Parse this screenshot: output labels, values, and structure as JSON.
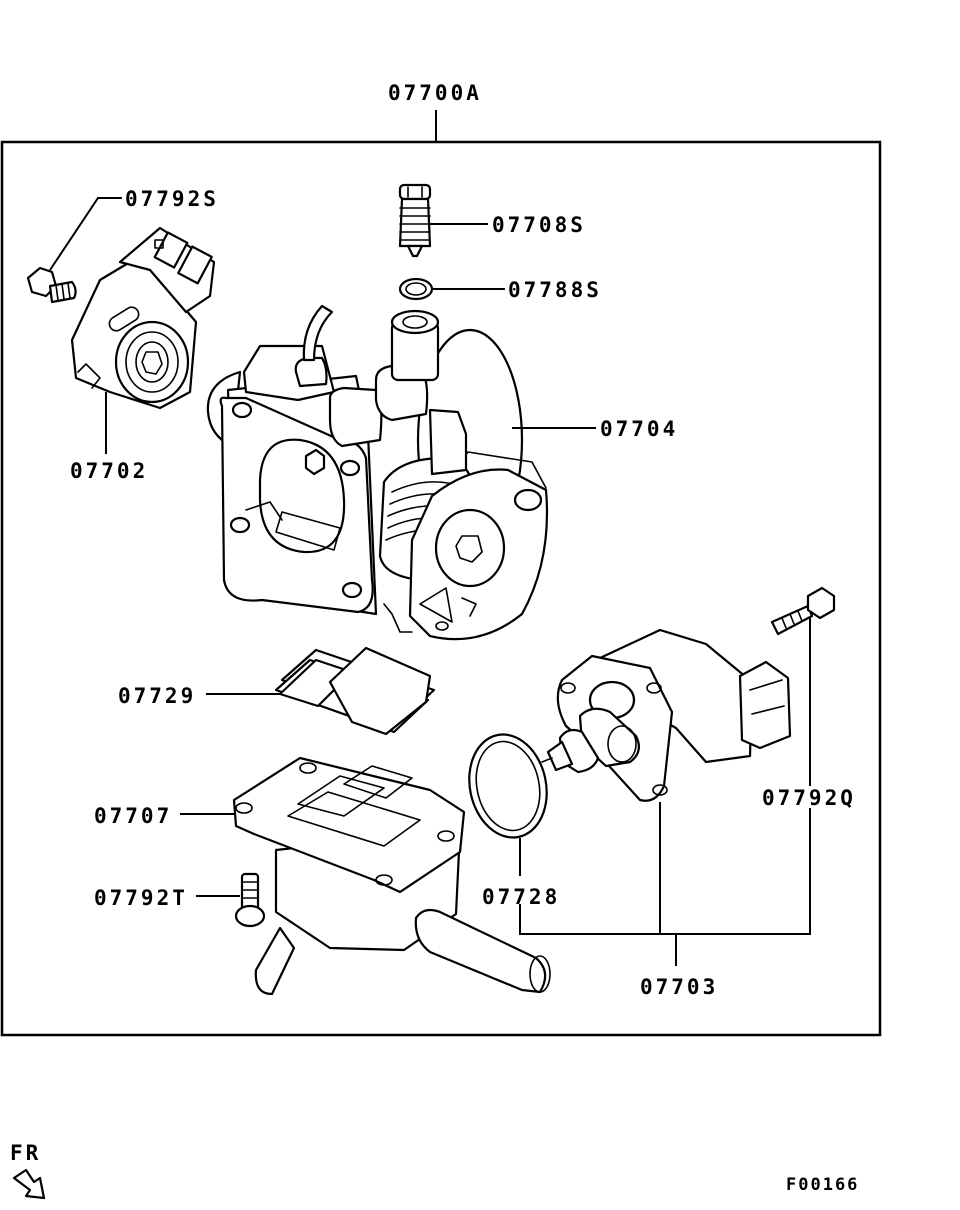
{
  "labels": {
    "assembly": "07700A",
    "tps_screw": "07792S",
    "tps": "07702",
    "fast_idle_screw": "07708S",
    "oring_small": "07788S",
    "throttle_body": "07704",
    "gasket": "07729",
    "adapter": "07707",
    "adapter_screw": "07792T",
    "oring_large": "07728",
    "iac_screw": "07792Q",
    "iac": "07703"
  },
  "direction": {
    "text": "FR"
  },
  "figure_code": "F00166"
}
